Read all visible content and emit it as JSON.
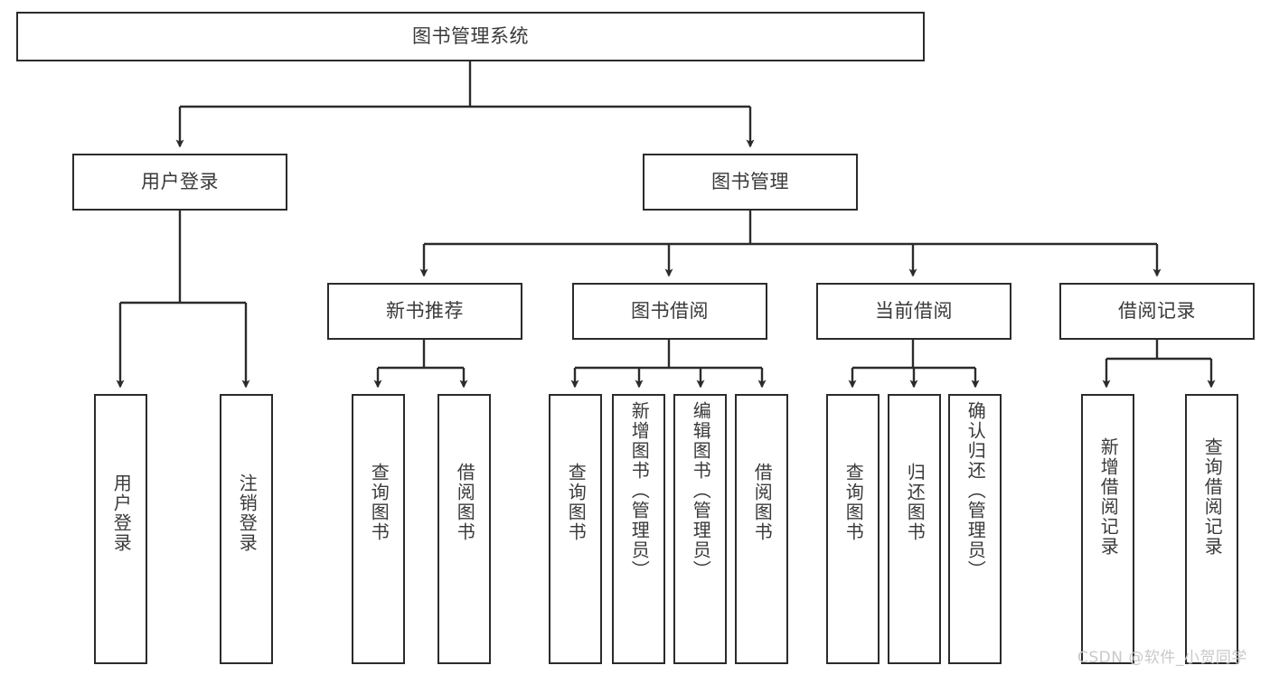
{
  "diagram": {
    "title": "图书管理系统",
    "type": "tree-hierarchy-diagram",
    "colors": {
      "box_border": "#2b2b2b",
      "box_fill": "#ffffff",
      "text": "#3a3a3a",
      "connector": "#2b2b2b",
      "watermark": "#c9c9c9",
      "background": "#ffffff"
    },
    "root": {
      "label": "图书管理系统"
    },
    "level2": [
      {
        "label": "用户登录"
      },
      {
        "label": "图书管理"
      }
    ],
    "level3": [
      {
        "label": "新书推荐"
      },
      {
        "label": "图书借阅"
      },
      {
        "label": "当前借阅"
      },
      {
        "label": "借阅记录"
      }
    ],
    "leaves": {
      "user_login": [
        {
          "label": "用户登录"
        },
        {
          "label": "注销登录"
        }
      ],
      "new_book_recommend": [
        {
          "label": "查询图书"
        },
        {
          "label": "借阅图书"
        }
      ],
      "book_borrow": [
        {
          "label": "查询图书"
        },
        {
          "label": "新增图书（管理员）"
        },
        {
          "label": "编辑图书（管理员）"
        },
        {
          "label": "借阅图书"
        }
      ],
      "current_borrow": [
        {
          "label": "查询图书"
        },
        {
          "label": "归还图书"
        },
        {
          "label": "确认归还（管理员）"
        }
      ],
      "borrow_record": [
        {
          "label": "新增借阅记录"
        },
        {
          "label": "查询借阅记录"
        }
      ]
    },
    "watermark": "CSDN @软件_小贺同学"
  }
}
